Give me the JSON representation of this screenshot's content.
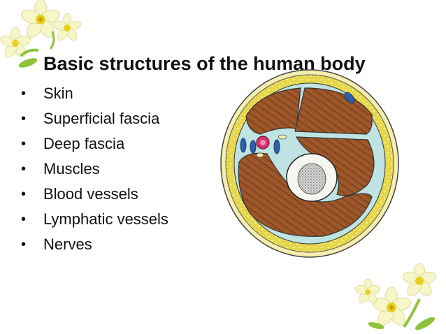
{
  "slide": {
    "title": "Basic structures of the human body",
    "bullet_symbol": "•",
    "bullets": [
      "Skin",
      "Superficial fascia",
      "Deep fascia",
      "Muscles",
      "Blood vessels",
      "Lymphatic vessels",
      "Nerves"
    ]
  },
  "image": {
    "icon": "limb-cross-section-illustration",
    "colors": {
      "skin": "#f4eeb0",
      "fat": "#e8d84a",
      "fascia": "#bfe3e3",
      "muscle": "#9a5428",
      "bone": "#f7f7f2",
      "marrow": "#9a9a9a",
      "vein": "#2e5fa8",
      "artery": "#d8306a"
    }
  },
  "decor": {
    "icon": "daffodil-flowers-decoration",
    "petal_color": "#f6f6c8",
    "center_color": "#e8d020",
    "leaf_color": "#8ec23a"
  }
}
